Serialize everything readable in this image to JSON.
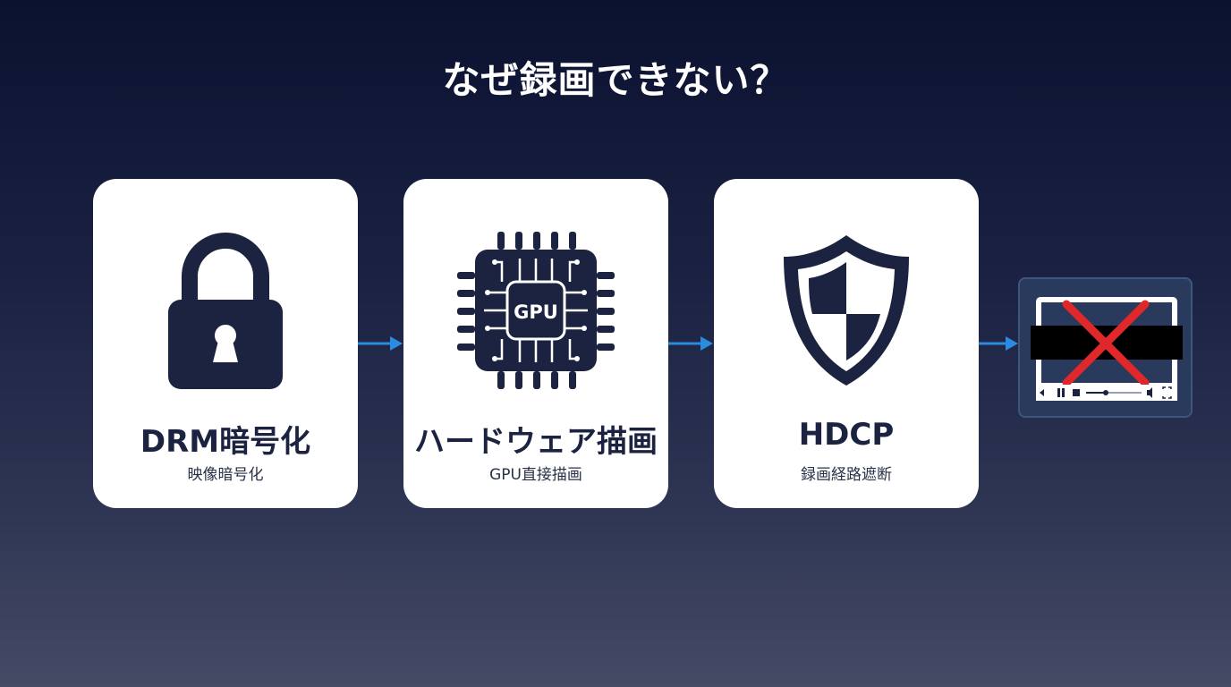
{
  "title": "なぜ録画できない？",
  "steps": [
    {
      "title": "DRM暗号化",
      "subtitle": "映像暗号化",
      "icon": "padlock-icon"
    },
    {
      "title": "ハードウェア描画",
      "subtitle": "GPU直接描画",
      "icon": "gpu-chip-icon",
      "icon_label": "GPU"
    },
    {
      "title": "HDCP",
      "subtitle": "録画経路遮断",
      "icon": "shield-icon"
    }
  ],
  "result": {
    "icon": "blocked-video-player-icon"
  },
  "colors": {
    "card_bg": "#ffffff",
    "icon_dark": "#1b2340",
    "arrow": "#2b8be0",
    "cross": "#e0282a",
    "result_bg": "#2a3a5c"
  }
}
